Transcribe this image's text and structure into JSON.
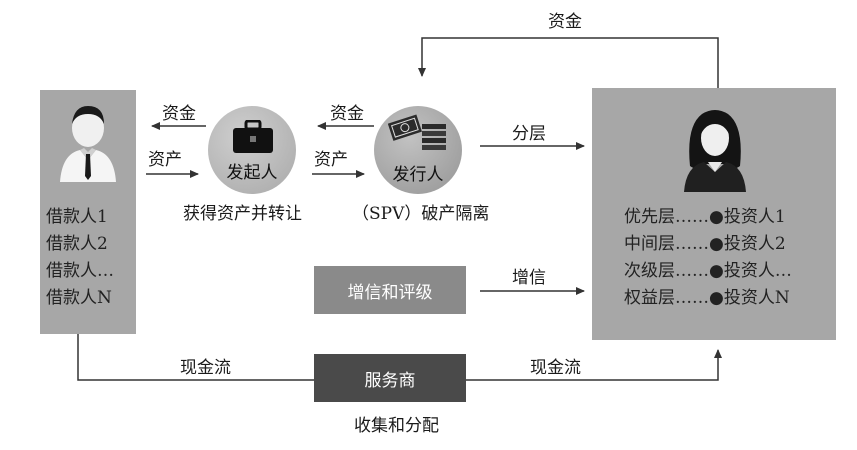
{
  "borrowers": {
    "items": [
      "借款人1",
      "借款人2",
      "借款人…",
      "借款人N"
    ]
  },
  "originator": {
    "label": "发起人",
    "caption": "获得资产并转让"
  },
  "issuer": {
    "label": "发行人",
    "caption": "（SPV）破产隔离"
  },
  "investors": {
    "items": [
      "优先层……●投资人1",
      "中间层……●投资人2",
      "次级层……●投资人…",
      "权益层……●投资人N"
    ]
  },
  "credit_box": {
    "label": "增信和评级"
  },
  "servicer_box": {
    "label": "服务商",
    "caption": "收集和分配"
  },
  "flows": {
    "top_funds": "资金",
    "originator_to_borrowers_funds": "资金",
    "borrowers_to_originator_assets": "资产",
    "issuer_to_originator_funds": "资金",
    "originator_to_issuer_assets": "资产",
    "tranching": "分层",
    "credit_enhancement": "增信",
    "cashflow_left": "现金流",
    "cashflow_right": "现金流"
  },
  "colors": {
    "panel": "#a7a7a7",
    "circle": "#b8b8b8",
    "dark_box": "#4a4a4a",
    "mid_box": "#8a8a8a",
    "arrow": "#333333"
  }
}
